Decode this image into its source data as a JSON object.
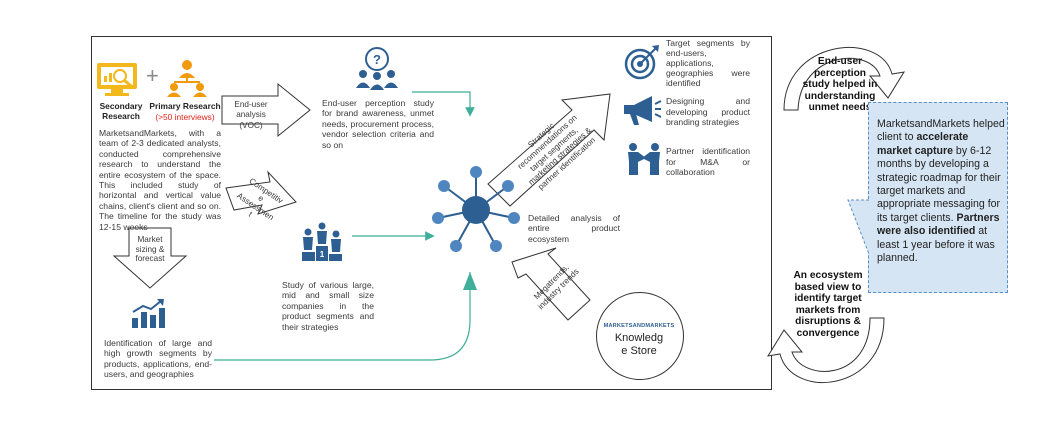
{
  "sources": {
    "secondary_research": "Secondary\nResearch",
    "primary_research": "Primary Research",
    "interviews": "(>50 interviews)",
    "plus": "+",
    "description": "MarketsandMarkets, with a team of 2-3 dedicated analysts, conducted comprehensive research to understand the entire ecosystem of the space. This included study of horizontal and vertical value chains, client's client and so on. The timeline for the study was 12-15 weeks"
  },
  "arrows": {
    "end_user_analysis": "End-user\nanalysis (VOC)",
    "competitive_assessment": "Competitiv\ne\nAssessmen\nt",
    "market_sizing": "Market\nsizing &\nforecast",
    "strategic_recommendations": "Strategic\nrecommendations on\ntarget segments,\nmarketing strategies &\npartner identification",
    "megatrends": "Megatrends,\nindustry trends"
  },
  "nodes": {
    "perception_study": "End-user perception study for brand awareness, unmet needs, procurement process, vendor selection criteria and so on",
    "large_mid_small": "Study of various large, mid and small size companies in the product segments and their strategies",
    "growth_segments": "Identification of large and high growth segments by products, applications, end-users, and geographies",
    "ecosystem_analysis": "Detailed analysis of entire product ecosystem",
    "knowledge_store_logo": "MARKETSANDMARKETS",
    "knowledge_store": "Knowledg\ne Store"
  },
  "outcomes": [
    {
      "icon": "target-icon",
      "text": "Target segments by end-users, applications, geographies were identified"
    },
    {
      "icon": "megaphone-icon",
      "text": "Designing and developing product branding strategies"
    },
    {
      "icon": "handshake-icon",
      "text": "Partner identification for M&A or collaboration"
    }
  ],
  "side_notes": {
    "top": "End-user\nperception\nstudy helped in\nunderstanding\nunmet needs",
    "bottom": "An ecosystem\nbased view to\nidentify target\nmarkets from\ndisruptions &\nconvergence"
  },
  "callout": {
    "p1": "MarketsandMarkets helped client to",
    "p2": "accelerate market capture",
    "p3": "by 6-12 months by developing a strategic roadmap for their target markets and appropriate messaging for its target clients.",
    "p4": "Partners were also identified",
    "p5": "at least 1 year before it was planned."
  },
  "colors": {
    "accent_blue": "#2e5f92",
    "icon_gold": "#f2b81c",
    "icon_orange": "#f29a0d",
    "teal_line": "#3fae9a",
    "callout_fill": "#d6e5f3",
    "red_text": "#e2231a"
  }
}
